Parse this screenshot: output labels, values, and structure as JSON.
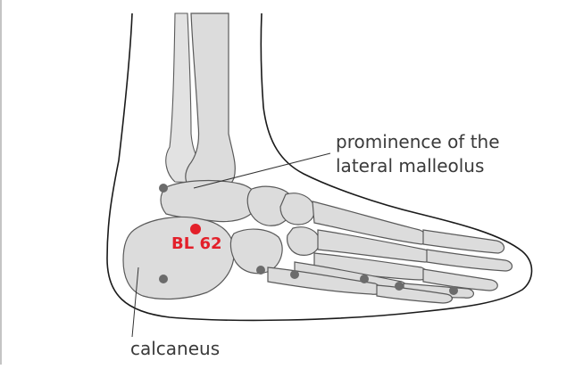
{
  "labels": {
    "malleolus_line1": "prominence of the",
    "malleolus_line2": "lateral malleolus",
    "calcaneus": "calcaneus"
  },
  "acupoint": {
    "label": "BL 62",
    "color": "#e3202a"
  },
  "colors": {
    "bone_fill": "#dcdcdc",
    "bone_outline": "#5a5a5a",
    "skin_outline": "#1a1a1a",
    "landmark_dot": "#6b6b6b",
    "label_text": "#3a3a3a"
  }
}
